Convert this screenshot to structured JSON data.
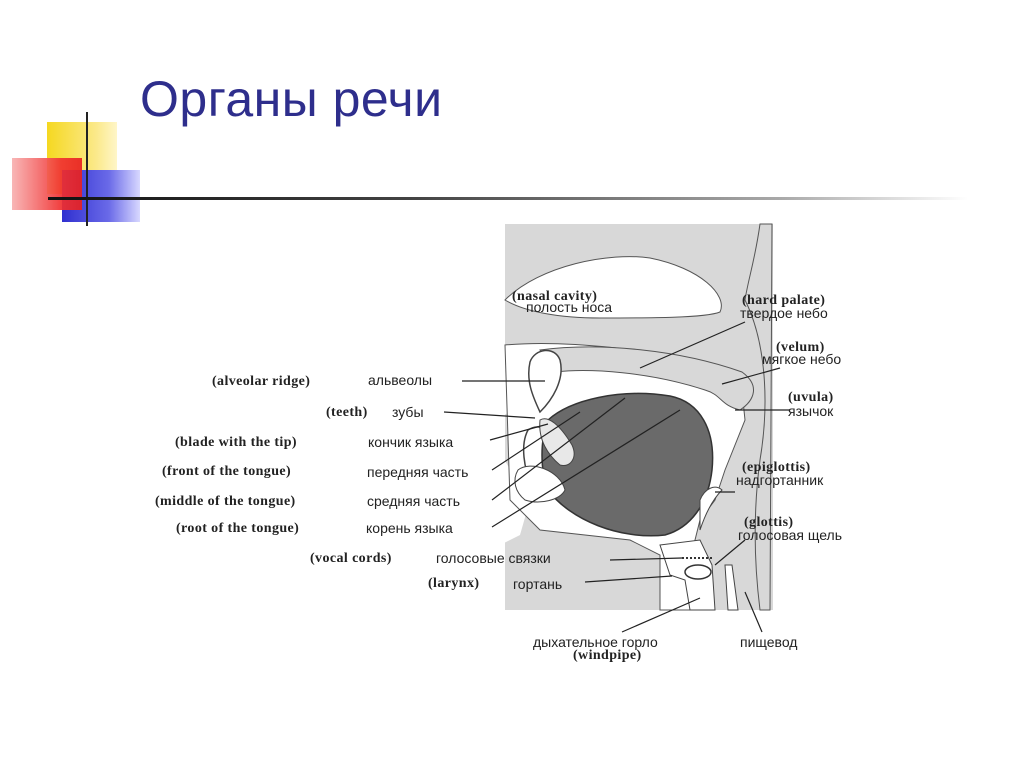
{
  "slide": {
    "title": "Органы речи"
  },
  "labels": {
    "nasal_cavity_en": "(nasal cavity)",
    "nasal_cavity_ru": "полость носа",
    "hard_palate_en": "(hard palate)",
    "hard_palate_ru": "твердое небо",
    "velum_en": "(velum)",
    "velum_ru": "мягкое небо",
    "uvula_en": "(uvula)",
    "uvula_ru": "язычок",
    "alveolar_en": "(alveolar ridge)",
    "alveolar_ru": "альвеолы",
    "teeth_en": "(teeth)",
    "teeth_ru": "зубы",
    "blade_en": "(blade with the tip)",
    "blade_ru": "кончик языка",
    "front_en": "(front of the tongue)",
    "front_ru": "передняя часть",
    "middle_en": "(middle of the tongue)",
    "middle_ru": "средняя часть",
    "root_en": "(root of the tongue)",
    "root_ru": "корень языка",
    "epiglottis_en": "(epiglottis)",
    "epiglottis_ru": "надгортанник",
    "glottis_en": "(glottis)",
    "glottis_ru": "голосовая щель",
    "vocal_cords_en": "(vocal cords)",
    "vocal_cords_ru": "голосовые связки",
    "larynx_en": "(larynx)",
    "larynx_ru": "гортань",
    "windpipe_ru": "дыхательное горло",
    "windpipe_en": "(windpipe)",
    "esophagus_ru": "пищевод"
  },
  "colors": {
    "title": "#2e2e8c",
    "deco_yellow": "#f5d820",
    "deco_red": "#f03030",
    "deco_blue": "#3a3ad6",
    "tissue": "#d8d8d8",
    "tongue": "#6a6a6a"
  }
}
